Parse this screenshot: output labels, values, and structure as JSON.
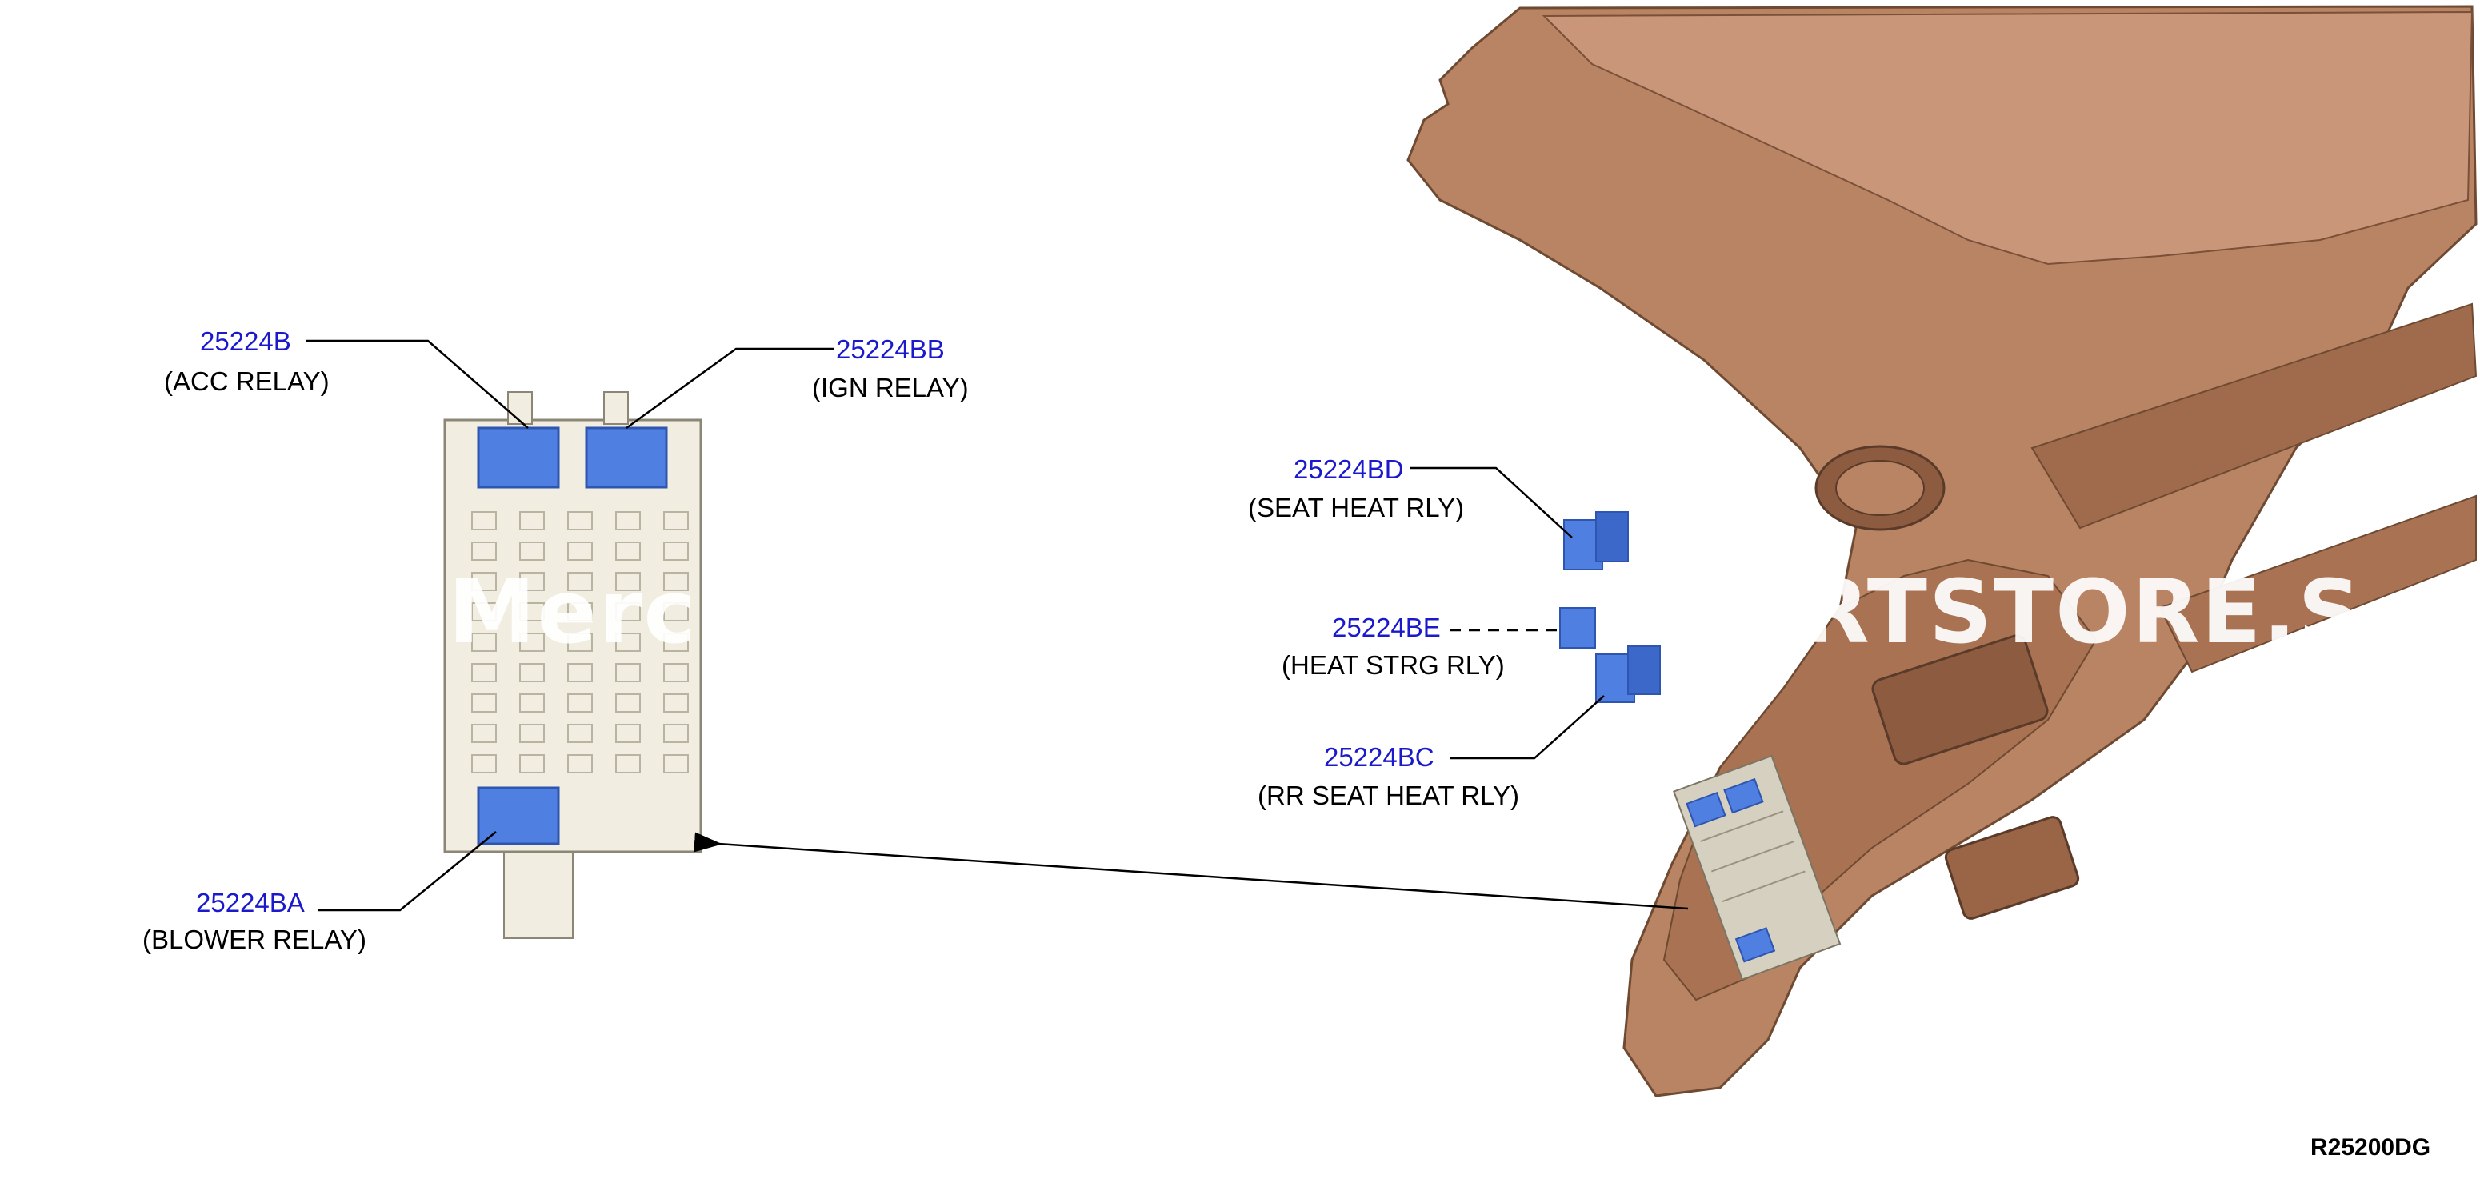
{
  "colors": {
    "part_number": "#1a1acc",
    "text": "#000000",
    "relay": "#4f7fe0",
    "relay_dark": "#2e55b0",
    "fuse_box": "#f1ede0",
    "fuse_box_line": "#b9b3a0",
    "dashboard": "#b98463",
    "dashboard_dark": "#8d5c40",
    "dashboard_light": "#d7a888"
  },
  "callouts": [
    {
      "id": "acc",
      "part_number": "25224B",
      "description": "(ACC RELAY)"
    },
    {
      "id": "ign",
      "part_number": "25224BB",
      "description": "(IGN RELAY)"
    },
    {
      "id": "blower",
      "part_number": "25224BA",
      "description": "(BLOWER RELAY)"
    },
    {
      "id": "seat-heat",
      "part_number": "25224BD",
      "description": "(SEAT HEAT RLY)"
    },
    {
      "id": "heat-strg",
      "part_number": "25224BE",
      "description": "(HEAT STRG RLY)"
    },
    {
      "id": "rr-seat-heat",
      "part_number": "25224BC",
      "description": "(RR SEAT HEAT RLY)"
    }
  ],
  "reference_code": "R25200DG",
  "watermark": {
    "left_text": "Merch",
    "right_text": "ARTSTORE.S"
  }
}
